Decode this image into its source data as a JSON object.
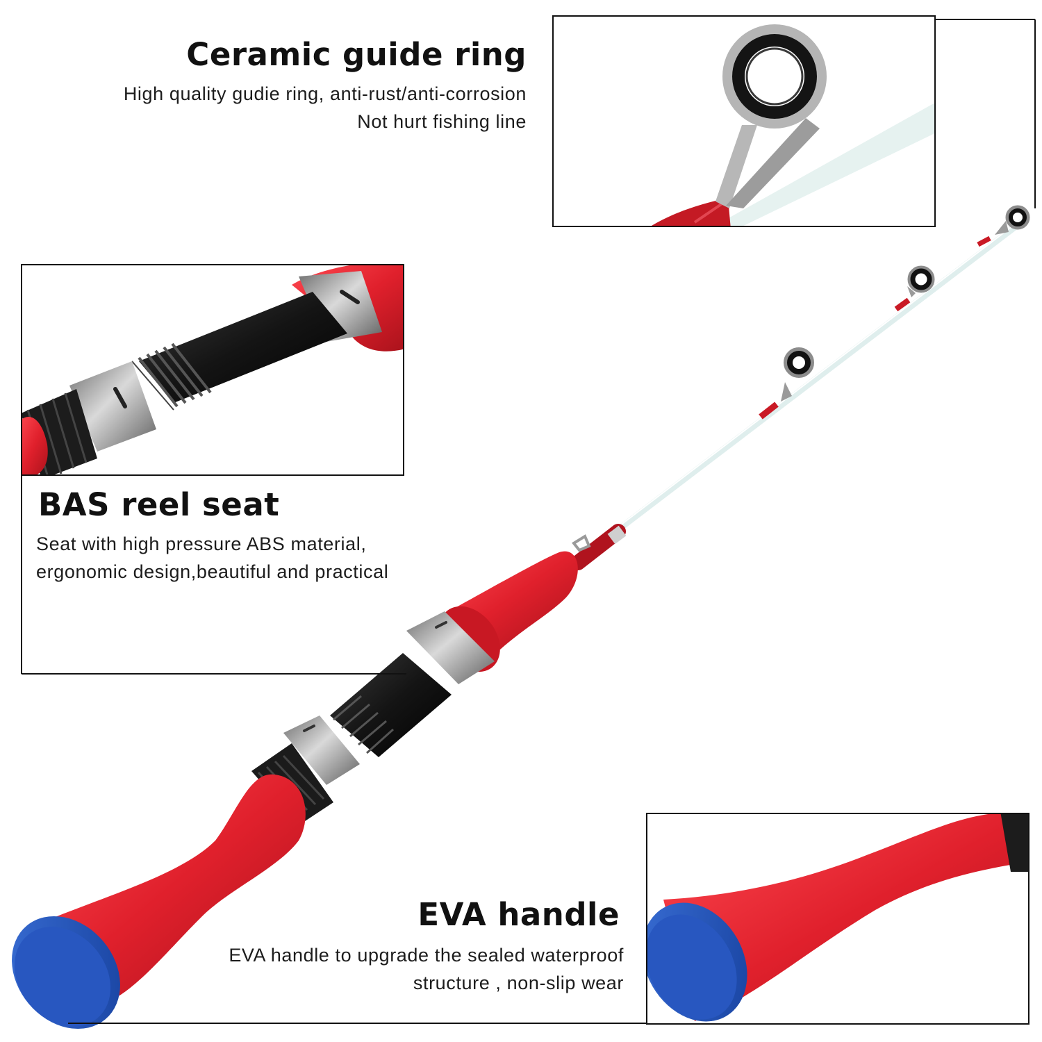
{
  "features": {
    "guide_ring": {
      "title": "Ceramic guide ring",
      "lines": [
        "High quality gudie ring, anti-rust/anti-corrosion",
        "Not hurt fishing line"
      ]
    },
    "reel_seat": {
      "title": "BAS reel seat",
      "lines": [
        "Seat with high pressure ABS material,",
        "ergonomic design,beautiful and practical"
      ]
    },
    "handle": {
      "title": "EVA handle",
      "lines": [
        "EVA handle to upgrade the sealed waterproof",
        "structure , non-slip wear"
      ]
    }
  },
  "colors": {
    "eva_red": "#e0202c",
    "end_cap_blue": "#1e4fb8",
    "reel_seat_black": "#141414",
    "metal_ring": "#a9a9a9",
    "blank_white": "#e9f3f2",
    "text": "#111111"
  }
}
